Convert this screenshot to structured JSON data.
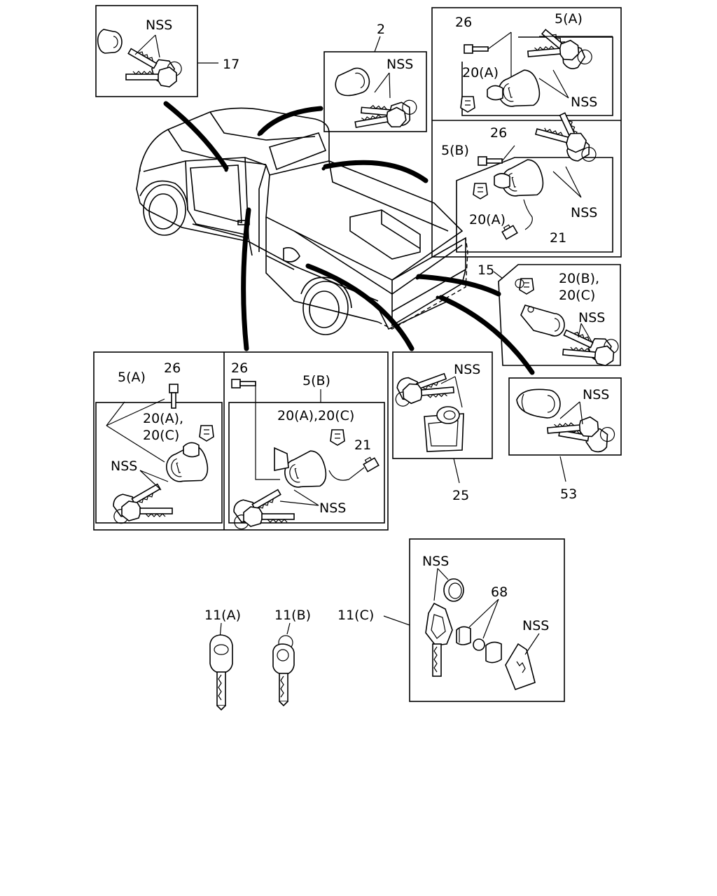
{
  "labels": {
    "nss": "NSS",
    "p2": "2",
    "p5a": "5(A)",
    "p5b": "5(B)",
    "p11a": "11(A)",
    "p11b": "11(B)",
    "p11c": "11(C)",
    "p15": "15",
    "p17": "17",
    "p20a": "20(A)",
    "p20ac_line": "20(A),20(C)",
    "p20a_comma": "20(A),",
    "p20b_comma": "20(B),",
    "p20c": "20(C)",
    "p21": "21",
    "p25": "25",
    "p26": "26",
    "p53": "53",
    "p68": "68"
  },
  "icons": [
    "key-icon",
    "lock-cylinder-icon",
    "bolt-icon",
    "clip-icon",
    "connector-icon",
    "pickup-truck-illustration"
  ]
}
